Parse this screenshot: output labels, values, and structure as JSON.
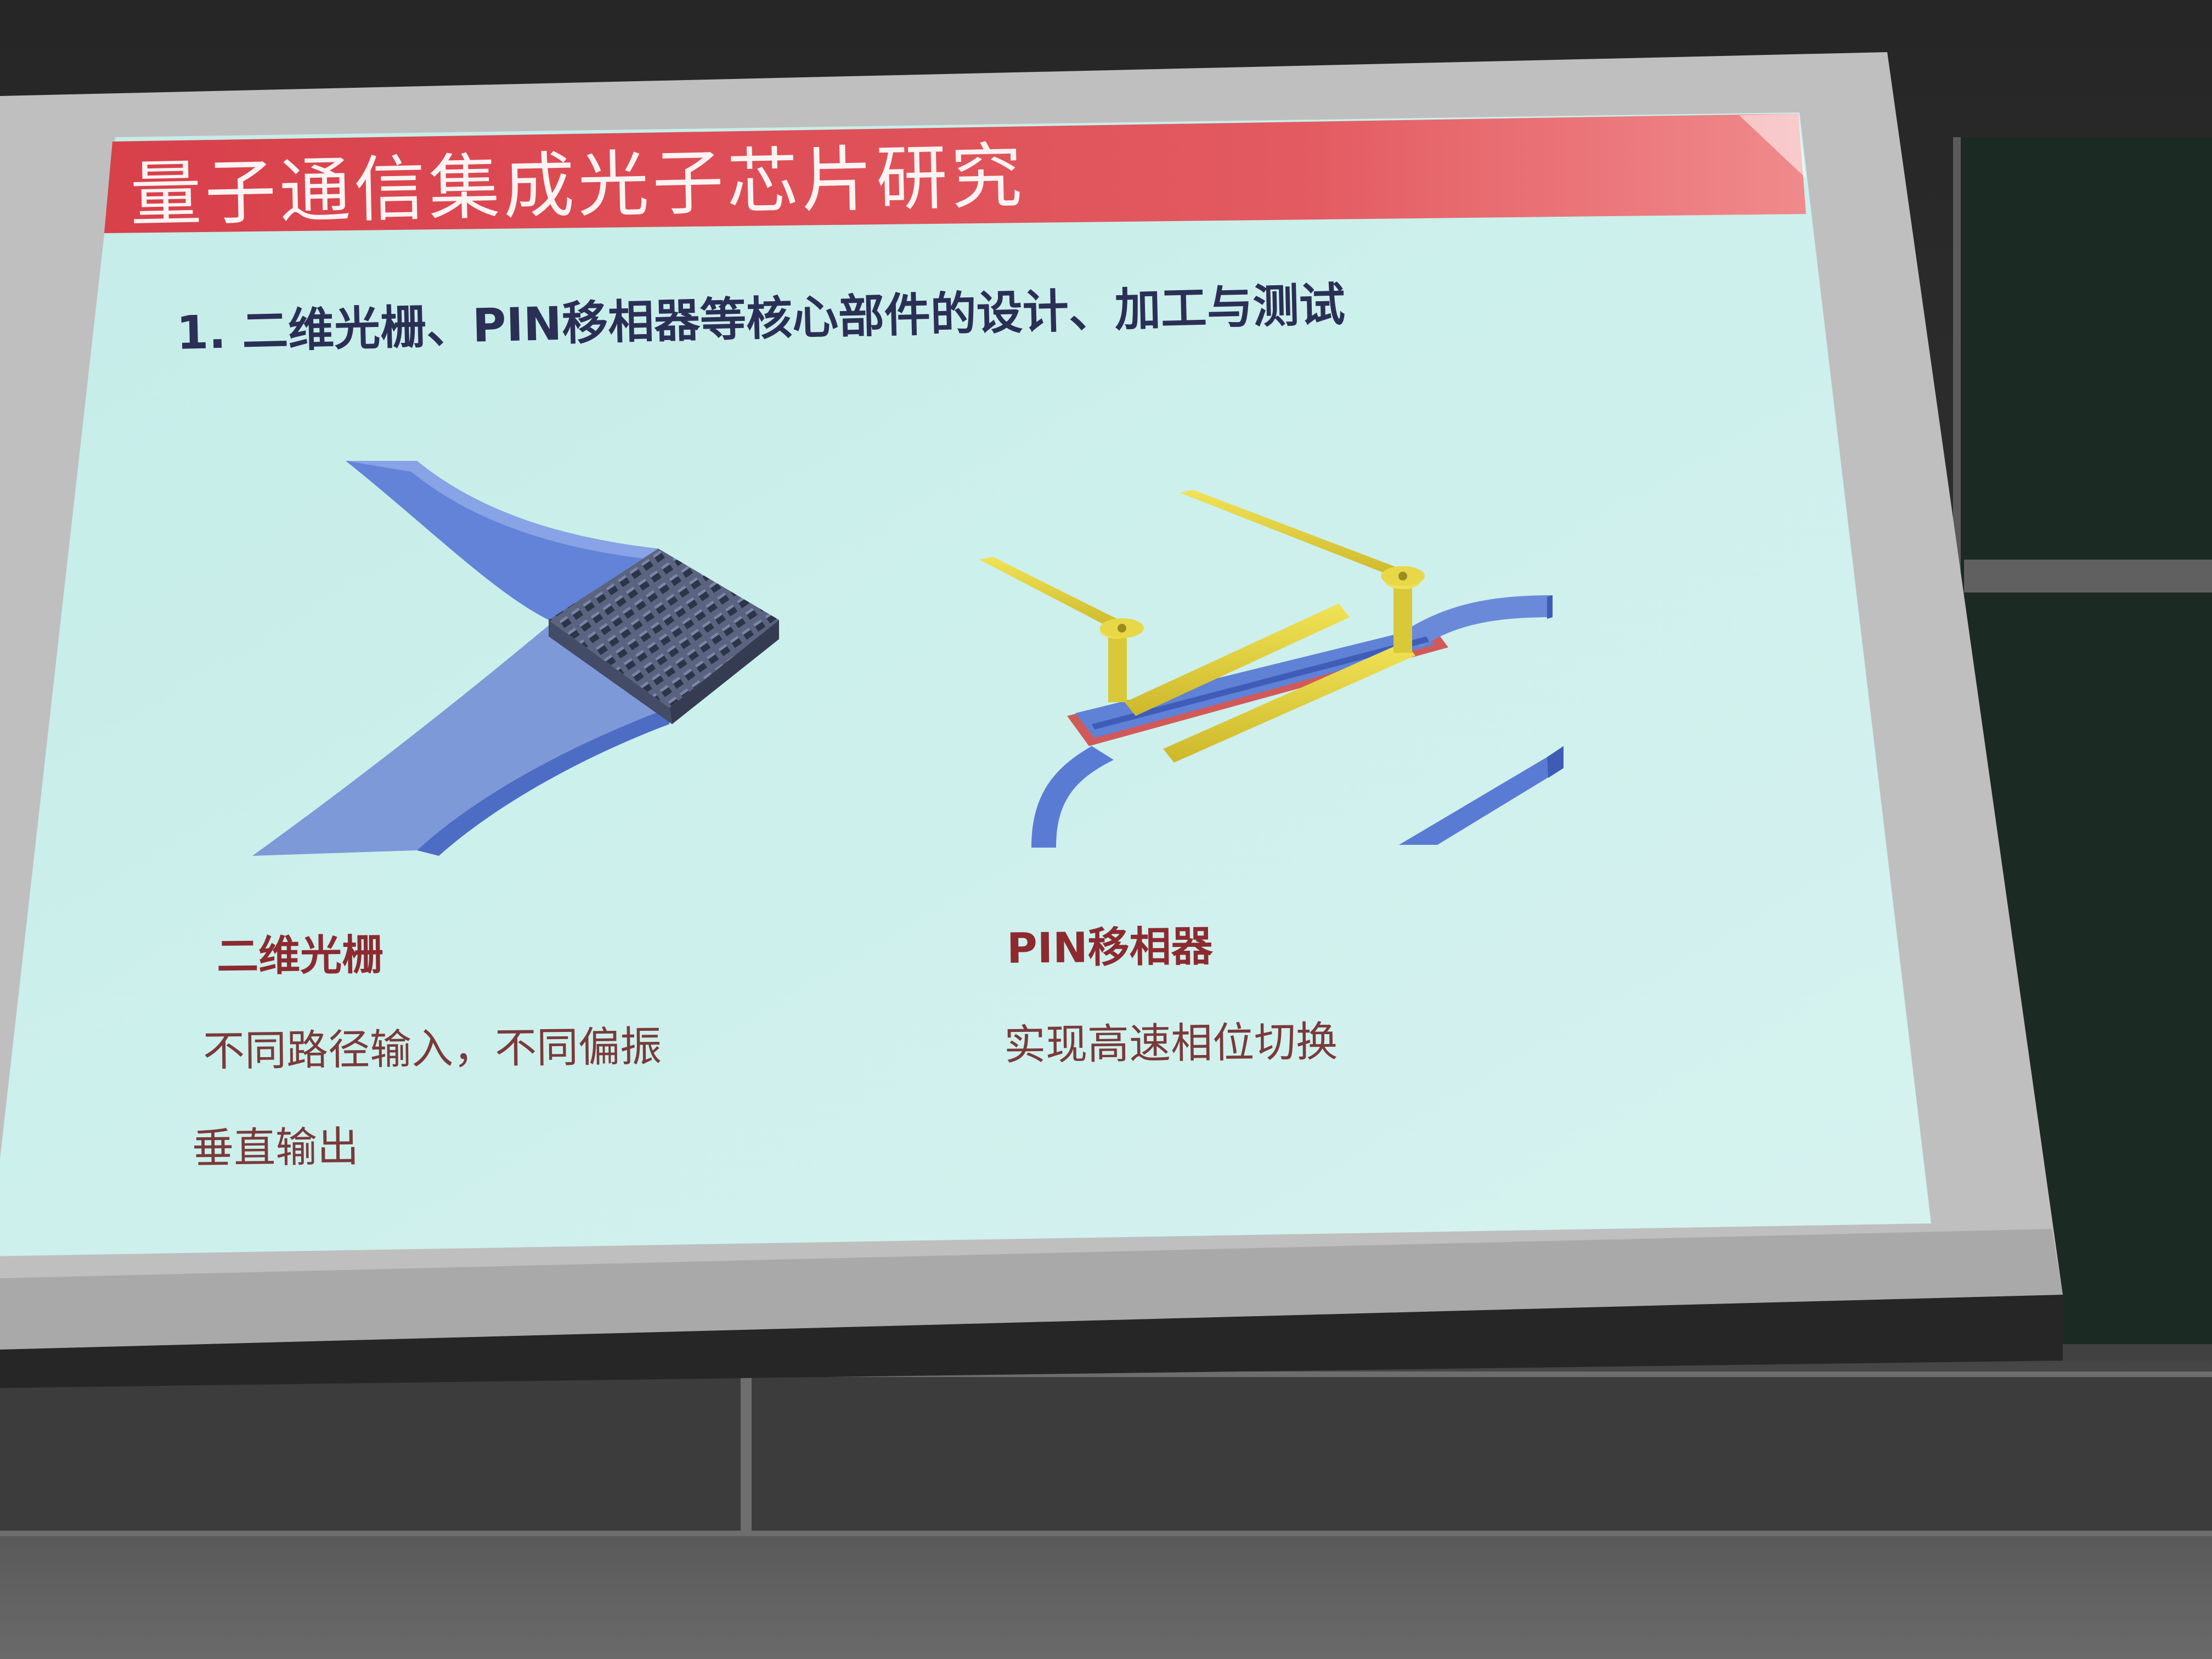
{
  "slide": {
    "title": "量子通信集成光子芯片研究",
    "subtitle": "1. 二维光栅、PIN移相器等核心部件的设计、加工与测试",
    "left_figure": {
      "heading": "二维光栅",
      "line1": "不同路径输入，不同偏振",
      "line2": "垂直输出"
    },
    "right_figure": {
      "heading": "PIN移相器",
      "line1": "实现高速相位切换"
    }
  },
  "colors": {
    "title_bar": "#e0454d",
    "slide_bg": "#c9eeea",
    "waveguide": "#4f73cf",
    "electrode": "#e6d640",
    "heading_text": "#8c2a30",
    "subtitle_text": "#2b2f55"
  },
  "icons": {
    "grating": "2d-grating-illustration",
    "phase_shifter": "pin-phase-shifter-illustration"
  }
}
